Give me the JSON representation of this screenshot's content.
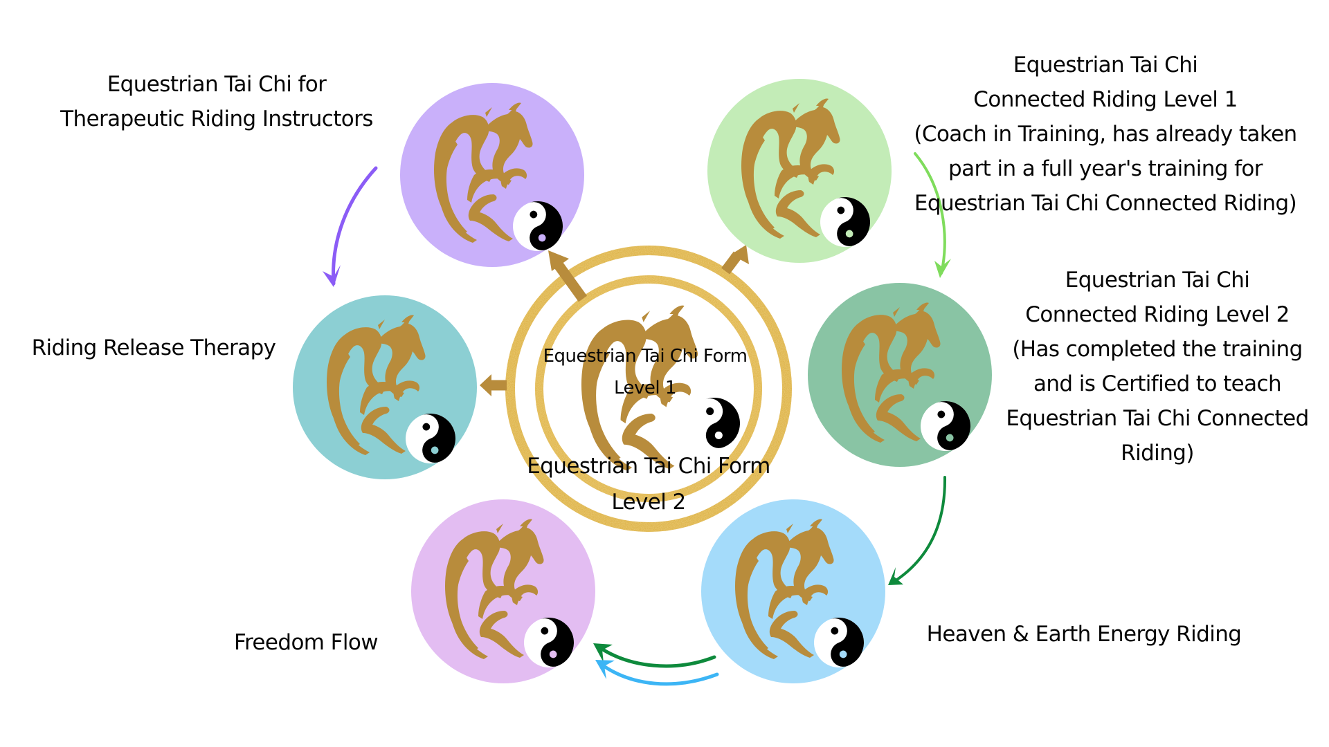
{
  "diagram": {
    "title": "Equestrian Tai Chi program pathway",
    "center": {
      "inner_label": [
        "Equestrian Tai Chi Form",
        "Level 1"
      ],
      "outer_label": [
        "Equestrian Tai Chi Form",
        "Level 2"
      ],
      "ring_color": "#d9aa35",
      "inner_ring_color": "#dcae3c",
      "logo_color": "#b88c3c"
    },
    "nodes": [
      {
        "id": "therapeutic",
        "label": [
          "Equestrian Tai Chi for",
          "Therapeutic Riding Instructors"
        ],
        "color": "#c9b0fa",
        "icon": "horse-rider-yin-yang-icon"
      },
      {
        "id": "connected-level-1",
        "label": [
          "Equestrian Tai Chi",
          "Connected Riding Level 1",
          "(Coach in Training, has already taken",
          "part in a full year's training for",
          "Equestrian Tai Chi Connected Riding)"
        ],
        "color": "#c3ecb7",
        "icon": "horse-rider-yin-yang-icon"
      },
      {
        "id": "riding-release",
        "label": [
          "Riding Release Therapy"
        ],
        "color": "#8ccfd3",
        "icon": "horse-rider-yin-yang-icon"
      },
      {
        "id": "connected-level-2",
        "label": [
          "Equestrian Tai Chi",
          "Connected Riding Level 2",
          "(Has completed the training",
          "and is Certified to teach",
          "Equestrian Tai Chi Connected",
          "Riding)"
        ],
        "color": "#89c4a4",
        "icon": "horse-rider-yin-yang-icon"
      },
      {
        "id": "freedom-flow",
        "label": [
          "Freedom Flow"
        ],
        "color": "#e3bdf2",
        "icon": "horse-rider-yin-yang-icon"
      },
      {
        "id": "heaven-earth",
        "label": [
          "Heaven & Earth Energy Riding"
        ],
        "color": "#a4dbfa",
        "icon": "horse-rider-yin-yang-icon"
      }
    ],
    "connectors": [
      {
        "from": "center",
        "to": "therapeutic",
        "color": "#b88c3c",
        "style": "straight-arrow"
      },
      {
        "from": "center",
        "to": "connected-level-1",
        "color": "#b88c3c",
        "style": "straight-arrow"
      },
      {
        "from": "center",
        "to": "riding-release",
        "color": "#b88c3c",
        "style": "straight-arrow"
      },
      {
        "from": "therapeutic",
        "to": "riding-release",
        "color": "#8b5cf6",
        "style": "curved-arrow"
      },
      {
        "from": "connected-level-1",
        "to": "connected-level-2",
        "color": "#7fdc5c",
        "style": "curved-arrow"
      },
      {
        "from": "connected-level-2",
        "to": "heaven-earth",
        "color": "#0e8a3c",
        "style": "curved-arrow"
      },
      {
        "from": "heaven-earth",
        "to": "freedom-flow",
        "color": "#0e8a3c",
        "style": "curved-arrow"
      },
      {
        "from": "heaven-earth",
        "to": "freedom-flow",
        "color": "#3cb5f5",
        "style": "curved-arrow"
      }
    ]
  }
}
